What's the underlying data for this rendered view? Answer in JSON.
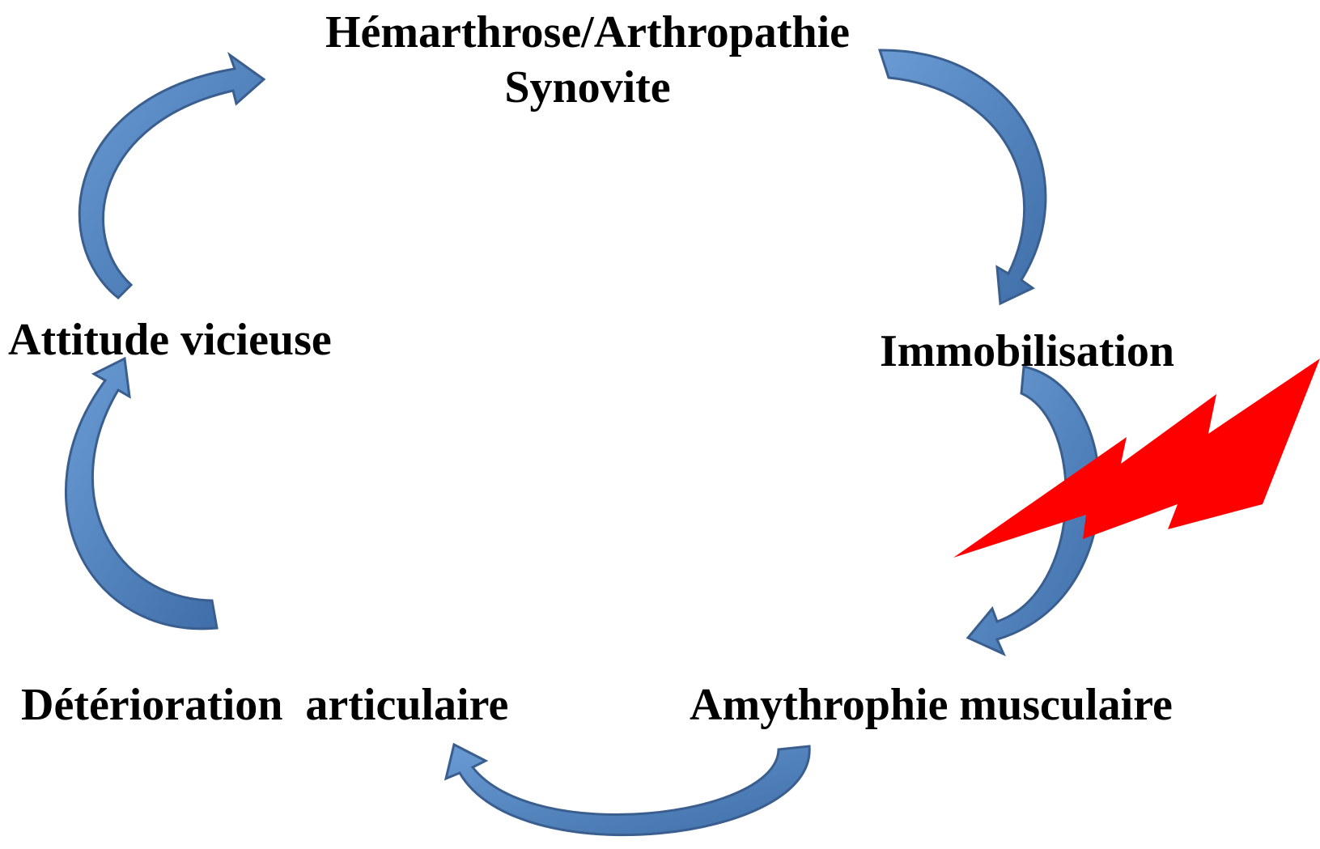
{
  "nodes": {
    "top_line1": "Hémarthrose/Arthropathie",
    "top_line2": "Synovite",
    "right": "Immobilisation",
    "bottom_right": "Amythrophie musculaire",
    "bottom_left": "Détérioration  articulaire",
    "left": "Attitude vicieuse"
  },
  "colors": {
    "arrow_fill": "#4f81bd",
    "arrow_stroke": "#3a5f8f",
    "lightning_fill": "#ff0000",
    "text": "#000000"
  }
}
